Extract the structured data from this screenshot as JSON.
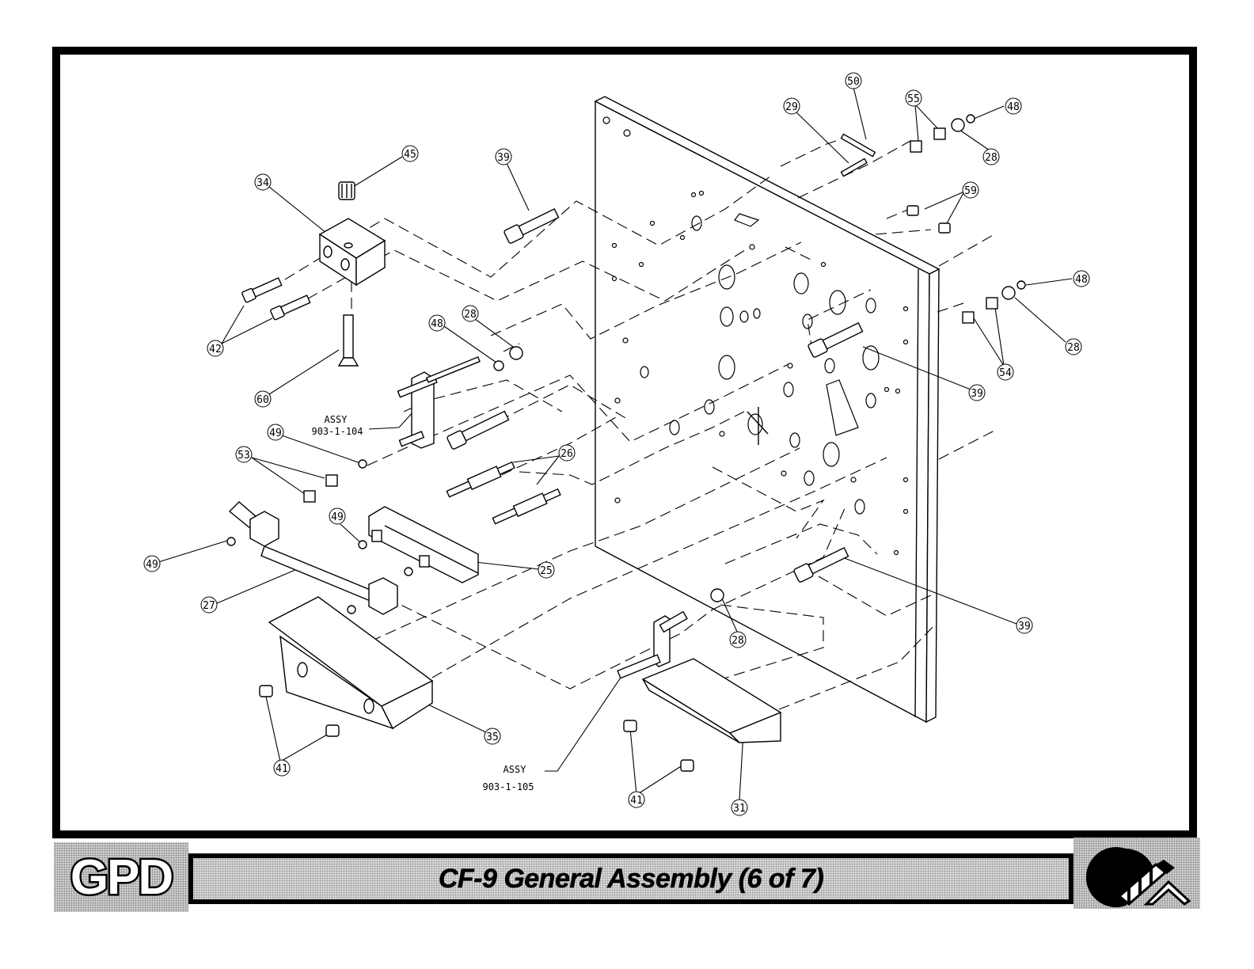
{
  "title": "CF-9 General Assembly (6 of 7)",
  "logo_text": "GPD",
  "emblem": "company-emblem-icon",
  "assemblies": [
    {
      "label": "ASSY",
      "number": "903-1-104"
    },
    {
      "label": "ASSY",
      "number": "903-1-105"
    }
  ],
  "balloons": {
    "b50": "50",
    "b29": "29",
    "b55": "55",
    "b48a": "48",
    "b28a": "28",
    "b59": "59",
    "b48b": "48",
    "b28b": "28",
    "b54": "54",
    "b39a": "39",
    "b45": "45",
    "b34": "34",
    "b39b": "39",
    "b42": "42",
    "b60": "60",
    "b48c": "48",
    "b28c": "28",
    "b49a": "49",
    "b53": "53",
    "b26": "26",
    "b49b": "49",
    "b49c": "49",
    "b25": "25",
    "b27": "27",
    "b28d": "28",
    "b39c": "39",
    "b35": "35",
    "b41a": "41",
    "b41b": "41",
    "b31": "31"
  }
}
